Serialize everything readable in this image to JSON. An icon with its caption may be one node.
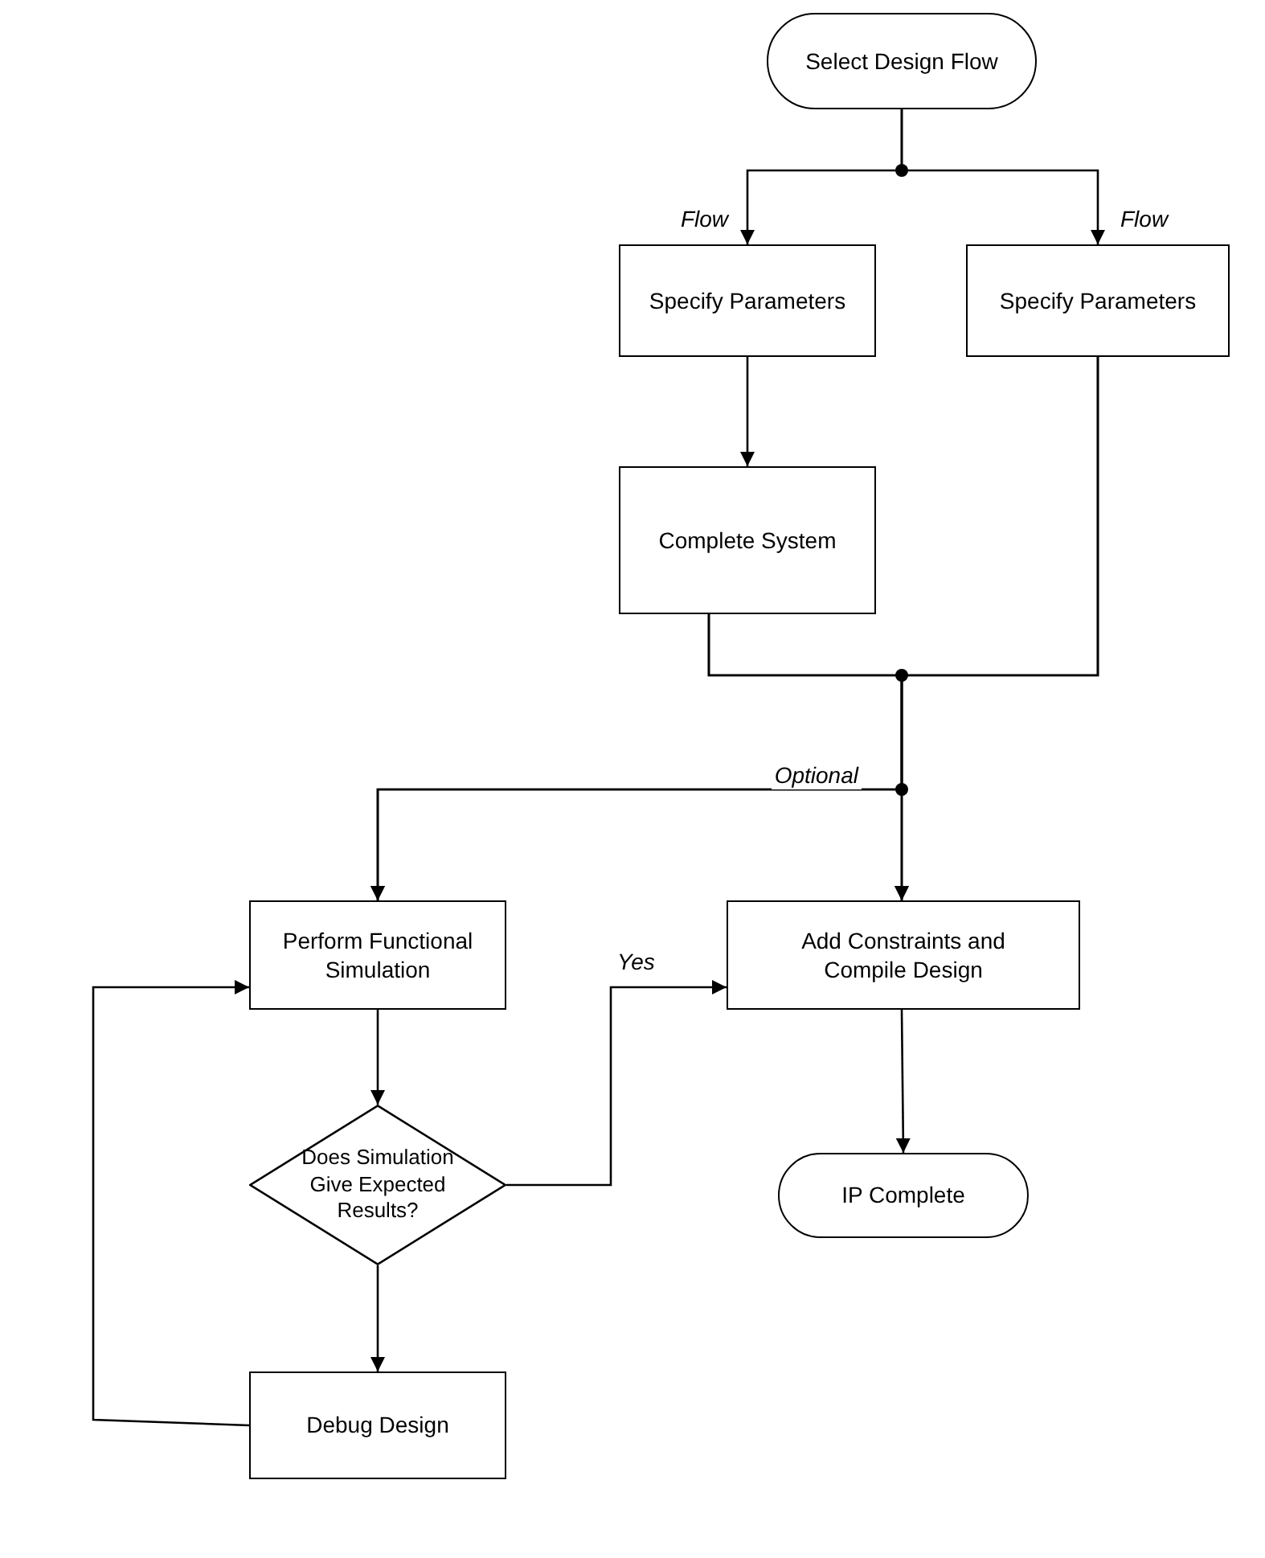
{
  "diagram": {
    "nodes": [
      {
        "text": [
          "Select Design Flow"
        ]
      },
      {
        "text": [
          "Specify Parameters"
        ]
      },
      {
        "text": [
          "Specify Parameters"
        ]
      },
      {
        "text": [
          "Complete System"
        ]
      },
      {
        "text": [
          "Perform Functional Simulation"
        ]
      },
      {
        "text": [
          "Add Constraints and Compile Design"
        ]
      },
      {
        "text": [
          "Does Simulation Give Expected Results?"
        ]
      },
      {
        "text": [
          "IP Complete"
        ]
      },
      {
        "text": [
          "Debug Design"
        ]
      }
    ],
    "edges": [
      {
        "from": 0,
        "to": 1,
        "arrow": "to",
        "label": "Flow"
      },
      {
        "from": 0,
        "to": 2,
        "arrow": "to",
        "label": "Flow"
      },
      {
        "from": 1,
        "to": 3,
        "arrow": "to"
      },
      {
        "from": 3,
        "to": 5,
        "arrow": "to"
      },
      {
        "from": 3,
        "to": 4,
        "arrow": "to",
        "label": "Optional"
      },
      {
        "from": 2,
        "to": 5,
        "arrow": "to"
      },
      {
        "from": 2,
        "to": 4,
        "arrow": "to"
      },
      {
        "from": 4,
        "to": 6,
        "arrow": "to"
      },
      {
        "from": 6,
        "to": 5,
        "arrow": "to",
        "label": "Yes"
      },
      {
        "from": 5,
        "to": 7,
        "arrow": "to"
      },
      {
        "from": 6,
        "to": 8,
        "arrow": "to"
      },
      {
        "from": 8,
        "to": 4,
        "arrow": "to"
      }
    ]
  }
}
